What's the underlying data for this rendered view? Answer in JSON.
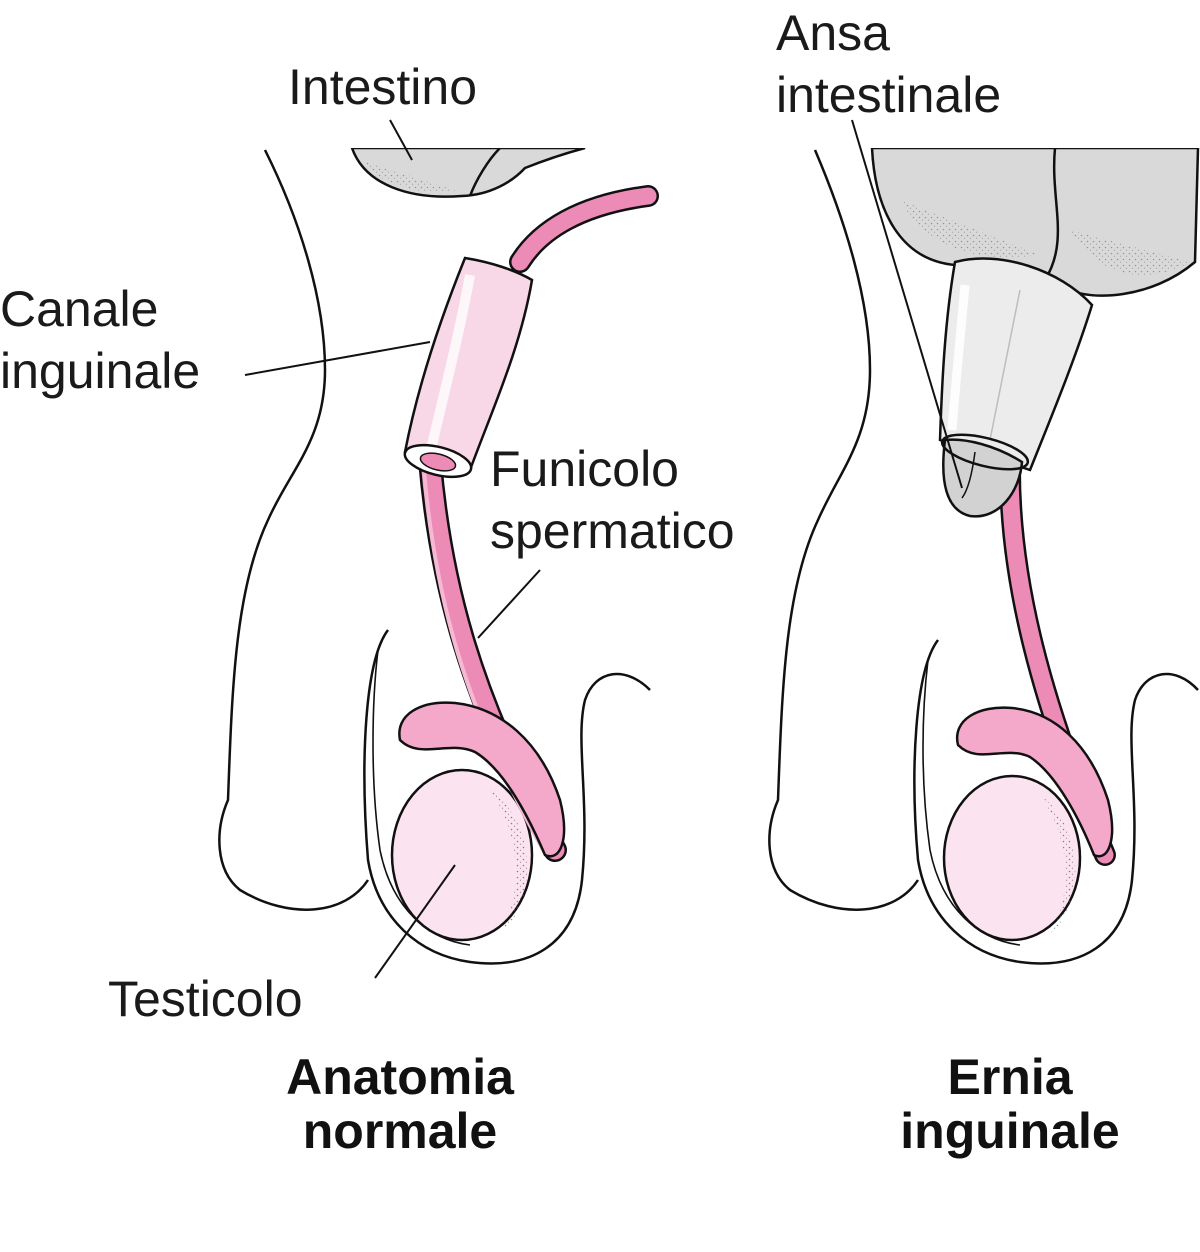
{
  "colors": {
    "outline": "#111111",
    "skin": "#ffffff",
    "intestine": "#d9d9d9",
    "cord": "#ec8bb6",
    "cord_light": "#f6b9d4",
    "epididymis": "#f5a9ca",
    "testicle": "#fbe4ef",
    "canal": "#f8d7e7",
    "sac": "#ececec"
  },
  "normal": {
    "labels": {
      "intestine": "Intestino",
      "canal_line1": "Canale",
      "canal_line2": "inguinale",
      "cord_line1": "Funicolo",
      "cord_line2": "spermatico",
      "testicle": "Testicolo"
    },
    "title_line1": "Anatomia",
    "title_line2": "normale"
  },
  "hernia": {
    "labels": {
      "loop_line1": "Ansa",
      "loop_line2": "intestinale"
    },
    "title_line1": "Ernia",
    "title_line2": "inguinale"
  }
}
